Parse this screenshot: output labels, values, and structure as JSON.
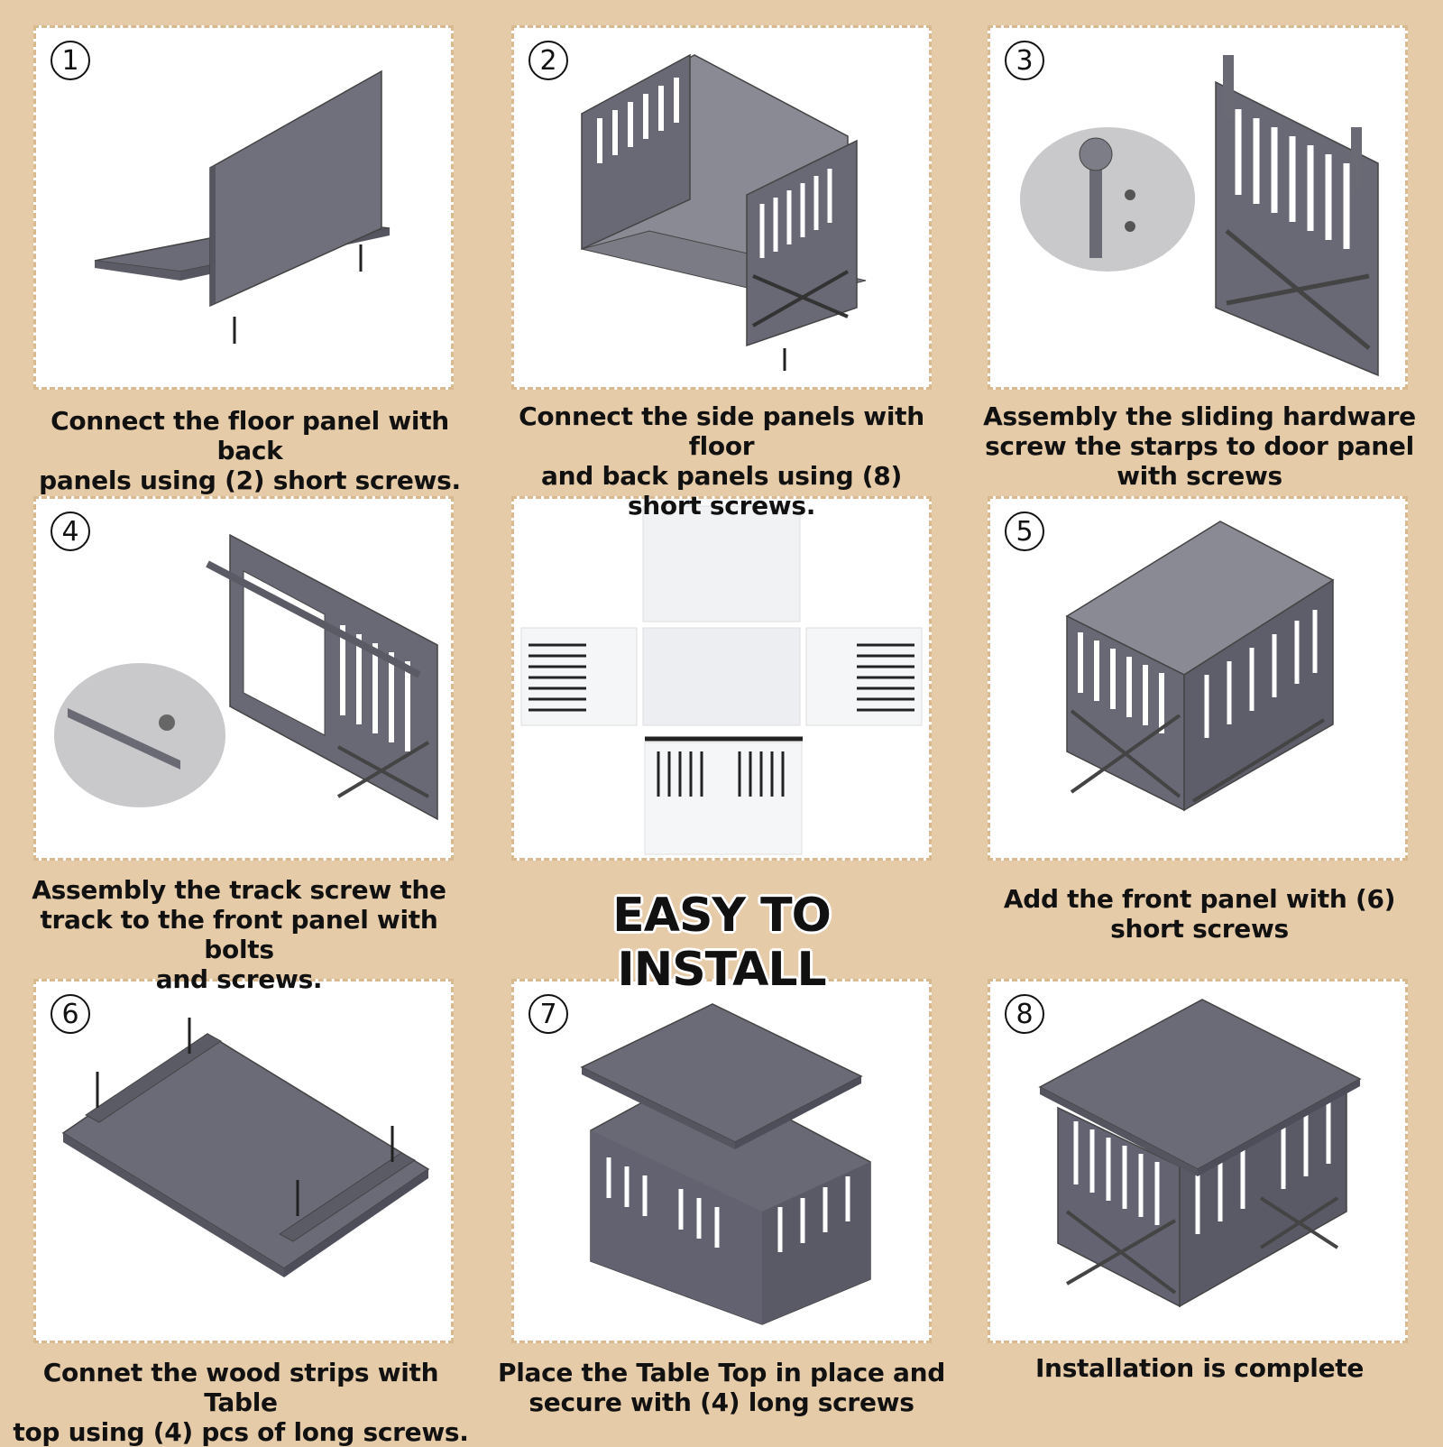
{
  "headline": "EASY TO INSTALL",
  "steps": [
    {
      "number": "1",
      "caption": "Connect the floor panel with back\npanels using (2) short screws."
    },
    {
      "number": "2",
      "caption": "Connect the side panels with floor\nand back panels using (8)\nshort screws."
    },
    {
      "number": "3",
      "caption": "Assembly the sliding hardware\nscrew the starps to door panel\nwith screws"
    },
    {
      "number": "4",
      "caption": "Assembly the track screw the\ntrack to the front panel with bolts\nand screws."
    },
    {
      "number": "5",
      "caption": "Add the front panel with (6)\nshort screws"
    },
    {
      "number": "6",
      "caption": "Connet the wood strips with Table\ntop using (4) pcs of long screws."
    },
    {
      "number": "7",
      "caption": "Place the Table Top in place and\nsecure with (4) long screws"
    },
    {
      "number": "8",
      "caption": "Installation is complete"
    }
  ],
  "colors": {
    "background": "#e6cba9",
    "panel_gray": "#696976",
    "panel_dark": "#4e4e5a",
    "border": "#d8b990"
  }
}
